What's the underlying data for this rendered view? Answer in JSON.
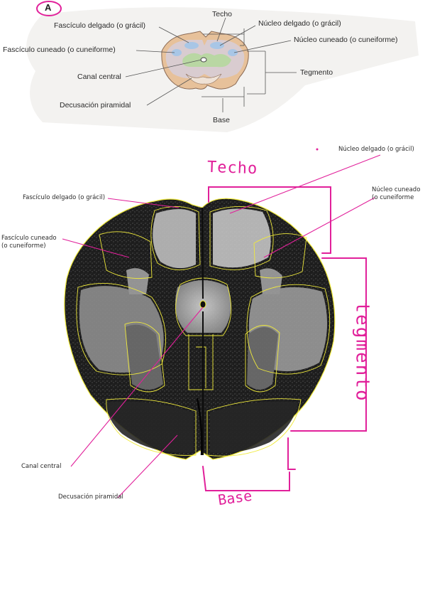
{
  "figure_tag": "A",
  "top_labels": {
    "techo": "Techo",
    "nucleo_delgado": "Núcleo delgado (o grácil)",
    "fasciculo_delgado": "Fascículo delgado (o grácil)",
    "nucleo_cuneado": "Núcleo cuneado (o cuneiforme)",
    "fasciculo_cuneado": "Fascículo cuneado (o cuneiforme)",
    "tegmento": "Tegmento",
    "canal_central": "Canal central",
    "decusacion": "Decusación piramidal",
    "base": "Base"
  },
  "bottom_labels": {
    "nucleo_delgado": "Núcleo delgado (o grácil)",
    "nucleo_cuneado_1": "Núcleo cuneado",
    "nucleo_cuneado_2": "(o cuneiforme",
    "fasciculo_delgado": "Fascículo delgado (o grácil)",
    "fasciculo_cuneado_1": "Fascículo cuneado",
    "fasciculo_cuneado_2": "(o cuneiforme)",
    "canal_central": "Canal central",
    "decusacion": "Decusación piramidal"
  },
  "handwritten": {
    "techo": "Techo",
    "tegmento": "tegmento",
    "base": "Base"
  },
  "colors": {
    "annotation": "#e1209a",
    "outline": "#e8e23a",
    "tissue_dark": "#1b1b1b"
  }
}
